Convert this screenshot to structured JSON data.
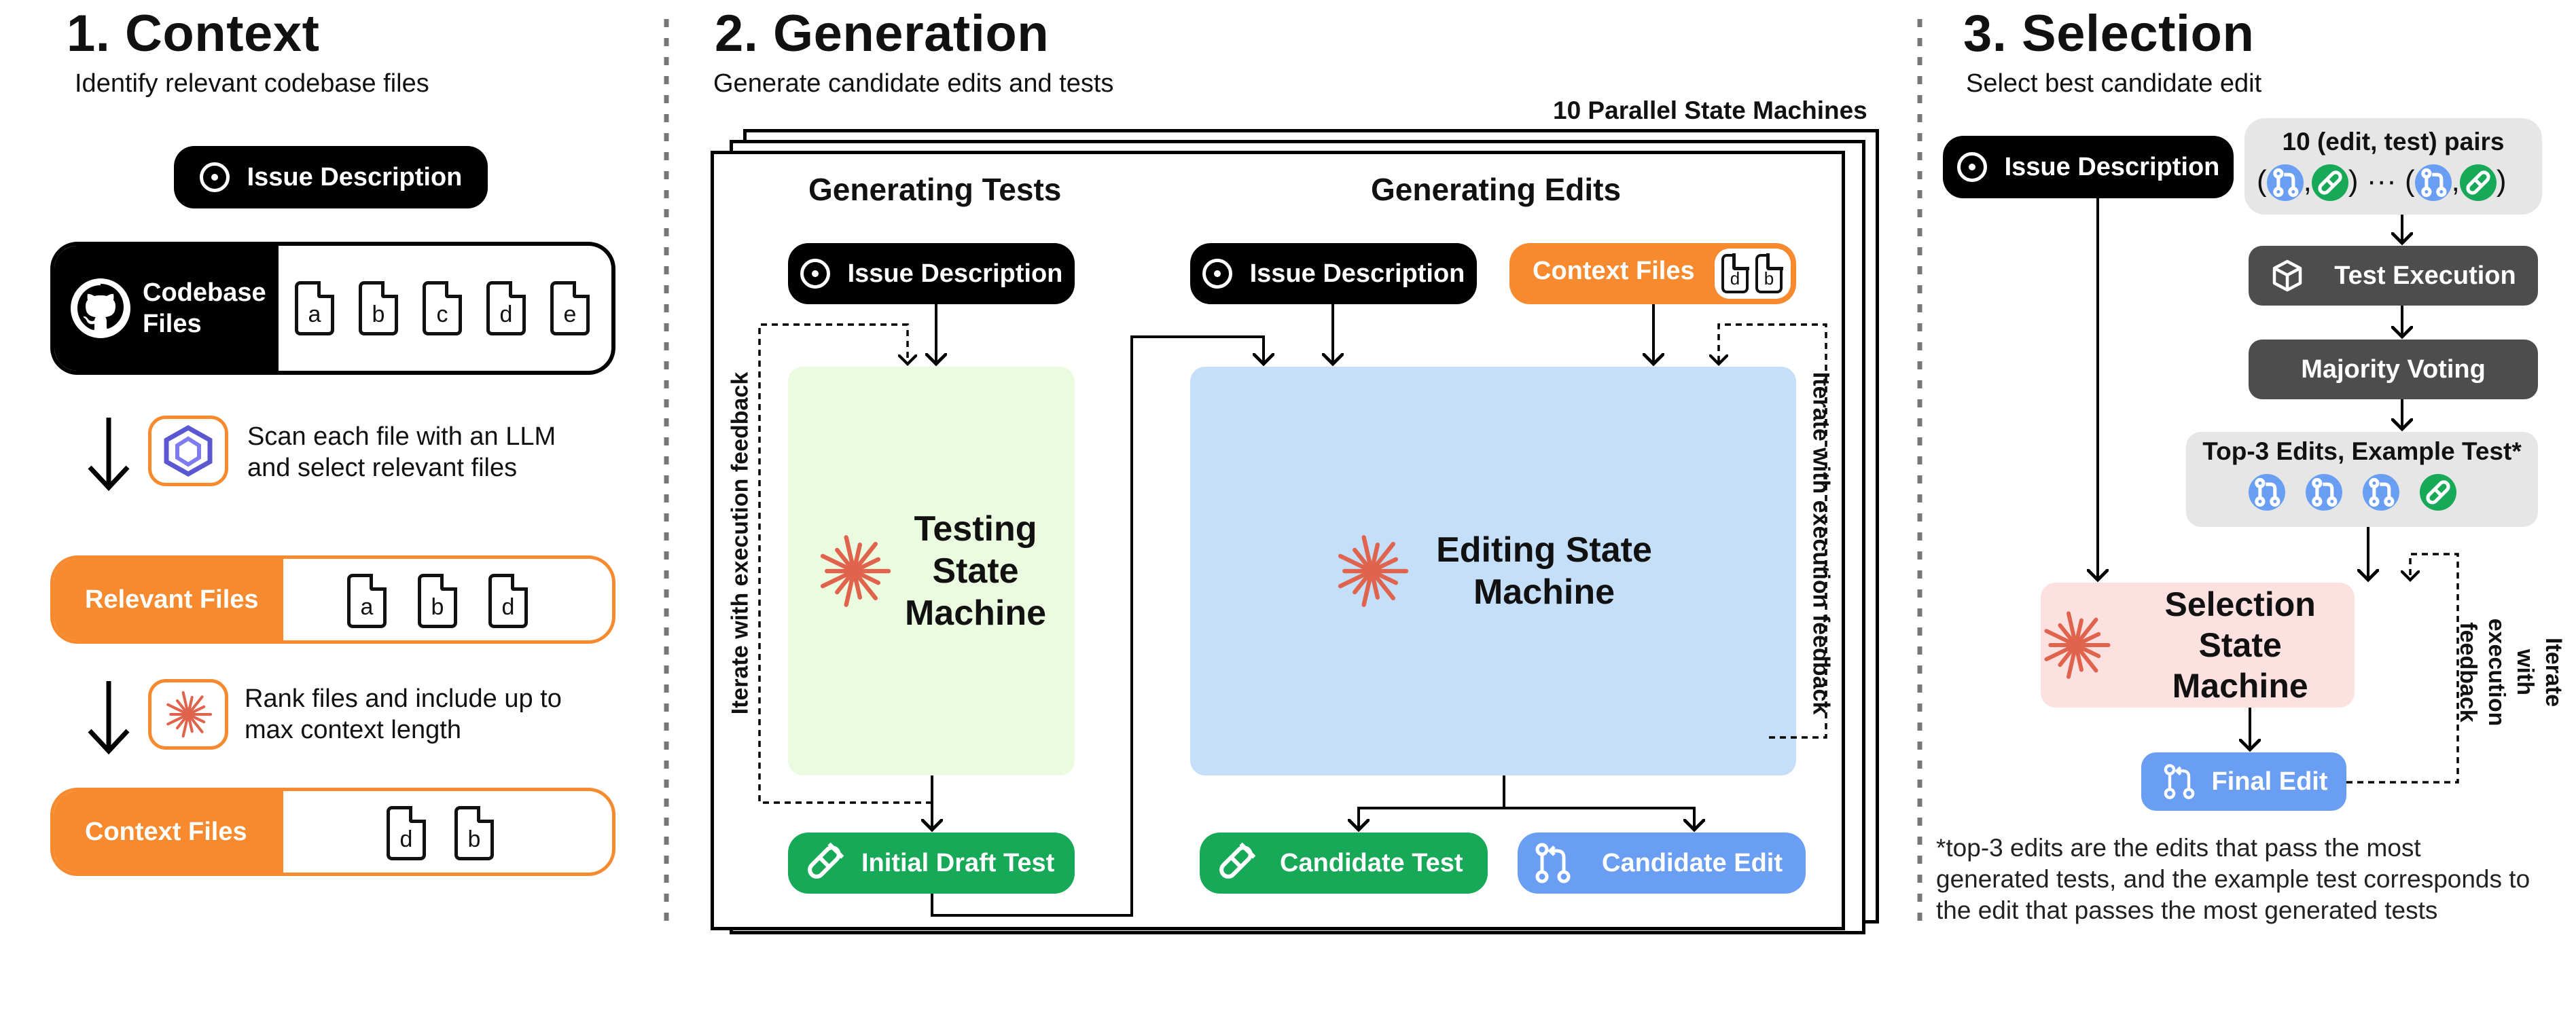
{
  "colors": {
    "black": "#000000",
    "orange": "#f78a2f",
    "green": "#17a957",
    "blue": "#6a9ef3",
    "dark_gray": "#4d4d4d",
    "light_gray": "#e6e6e6",
    "test_bg": "#ebfbdf",
    "edit_bg": "#c5dff8",
    "select_bg": "#fde0e0",
    "spark": "#e0644d"
  },
  "context": {
    "title": "1. Context",
    "subtitle": "Identify relevant codebase files",
    "issue": "Issue Description",
    "codebase_label": "Codebase\nFiles",
    "codebase_files": [
      "a",
      "b",
      "c",
      "d",
      "e"
    ],
    "scan_text": "Scan each file with an LLM\nand select relevant files",
    "relevant_label": "Relevant Files",
    "relevant_files": [
      "a",
      "b",
      "d"
    ],
    "rank_text": "Rank files and include up to\nmax context length",
    "context_label": "Context Files",
    "context_files": [
      "d",
      "b"
    ]
  },
  "generation": {
    "title": "2. Generation",
    "subtitle": "Generate candidate edits and tests",
    "parallel": "10 Parallel State Machines",
    "tests_header": "Generating Tests",
    "edits_header": "Generating Edits",
    "issue": "Issue Description",
    "issue2": "Issue Description",
    "context_files": "Context Files",
    "context_file_letters": [
      "d",
      "b"
    ],
    "testing_machine": "Testing\nState\nMachine",
    "editing_machine": "Editing State\nMachine",
    "iterate_left": "Iterate with execution feedback",
    "iterate_right": "Iterate with execution feedback",
    "initial_draft": "Initial Draft Test",
    "candidate_test": "Candidate Test",
    "candidate_edit": "Candidate Edit"
  },
  "selection": {
    "title": "3. Selection",
    "subtitle": "Select best candidate edit",
    "issue": "Issue Description",
    "pairs_title": "10 (edit, test) pairs",
    "pairs_ellipsis": "···",
    "test_execution": "Test Execution",
    "majority_voting": "Majority Voting",
    "top3": "Top-3 Edits, Example Test*",
    "selection_machine": "Selection State\nMachine",
    "iterate": "Iterate with\nexecution feedback",
    "final_edit": "Final Edit",
    "footnote": "*top-3 edits are the edits that pass the most\ngenerated tests, and the example test corresponds to\nthe edit that passes the most generated tests"
  }
}
